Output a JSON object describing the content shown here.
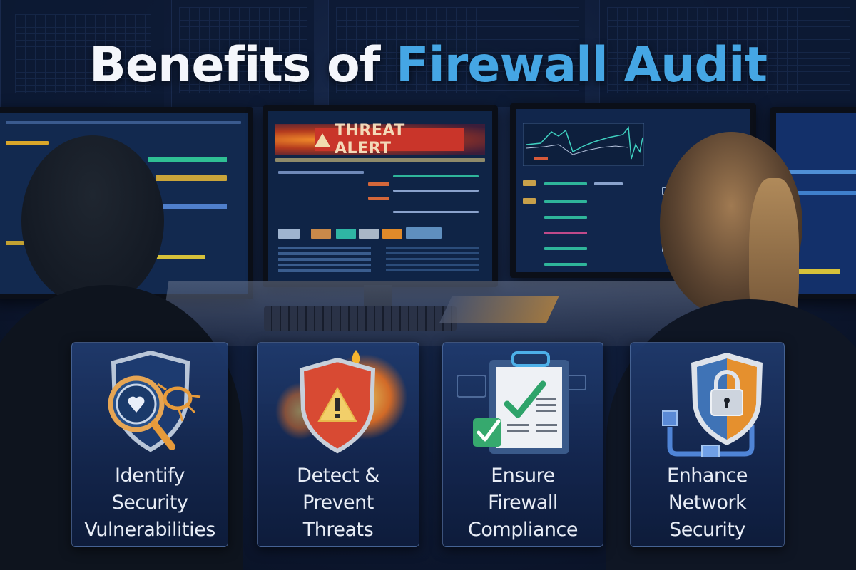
{
  "title": {
    "part1": "Benefits of",
    "part2": "Firewall Audit",
    "color_main": "#f4f6fb",
    "color_accent": "#45a6e4"
  },
  "center_monitor": {
    "alert_label": "THREAT ALERT",
    "alert_icon": "warning-triangle-icon",
    "banner_color": "#c9352a"
  },
  "cards": [
    {
      "lines": [
        "Identify",
        "Security",
        "Vulnerabilities"
      ],
      "icon": "shield-magnifier-bug-icon"
    },
    {
      "lines": [
        "Detect &",
        "Prevent",
        "Threats"
      ],
      "icon": "shield-warning-fire-icon"
    },
    {
      "lines": [
        "Ensure",
        "Firewall",
        "Compliance"
      ],
      "icon": "clipboard-checkmark-icon"
    },
    {
      "lines": [
        "Enhance",
        "Network",
        "Security"
      ],
      "icon": "shield-lock-network-icon"
    }
  ]
}
